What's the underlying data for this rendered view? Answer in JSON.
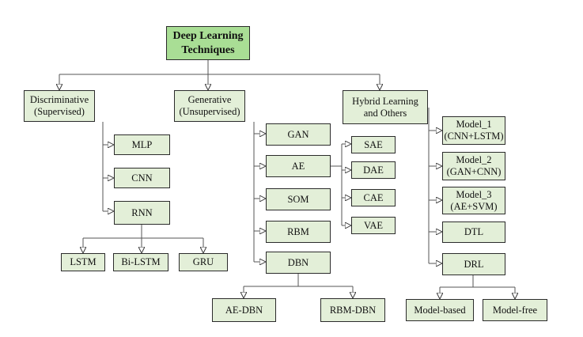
{
  "nodes": {
    "root": "Deep Learning\nTechniques",
    "discriminative": "Discriminative\n(Supervised)",
    "generative": "Generative\n(Unsupervised)",
    "hybrid": "Hybrid Learning\nand Others",
    "mlp": "MLP",
    "cnn": "CNN",
    "rnn": "RNN",
    "lstm": "LSTM",
    "bilstm": "Bi-LSTM",
    "gru": "GRU",
    "gan": "GAN",
    "ae": "AE",
    "som": "SOM",
    "rbm": "RBM",
    "dbn": "DBN",
    "aedbn": "AE-DBN",
    "rbmdbn": "RBM-DBN",
    "sae": "SAE",
    "dae": "DAE",
    "cae": "CAE",
    "vae": "VAE",
    "model1": "Model_1\n(CNN+LSTM)",
    "model2": "Model_2\n(GAN+CNN)",
    "model3": "Model_3\n(AE+SVM)",
    "dtl": "DTL",
    "drl": "DRL",
    "modelbased": "Model-based",
    "modelfree": "Model-free"
  }
}
